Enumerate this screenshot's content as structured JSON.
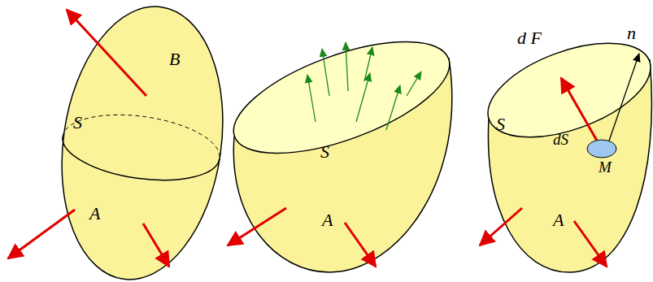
{
  "diagram": {
    "labels": [
      "B",
      "S",
      "A",
      "S",
      "A",
      "d F⃗",
      "n⃗",
      "S",
      "dS",
      "M",
      "A"
    ]
  }
}
